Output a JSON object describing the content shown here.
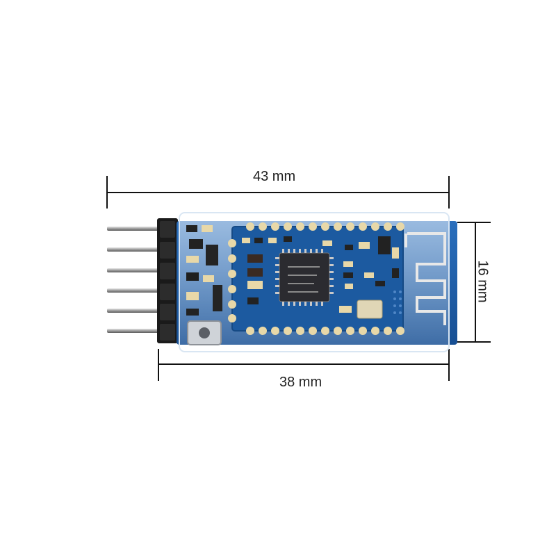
{
  "dimensions": {
    "overall_length": "43 mm",
    "board_length": "38 mm",
    "board_width": "16 mm"
  },
  "colors": {
    "pcb": "#1f5fa8",
    "pcb_dark": "#163f7a",
    "pad": "#e8d8a8",
    "chip": "#2b2b30",
    "header": "#1a1a1a",
    "pin": "#b9b9b9",
    "dimension_line": "#111111"
  },
  "module": {
    "header_pin_count": 6,
    "top_pad_count": 13,
    "bottom_pad_count": 13
  }
}
